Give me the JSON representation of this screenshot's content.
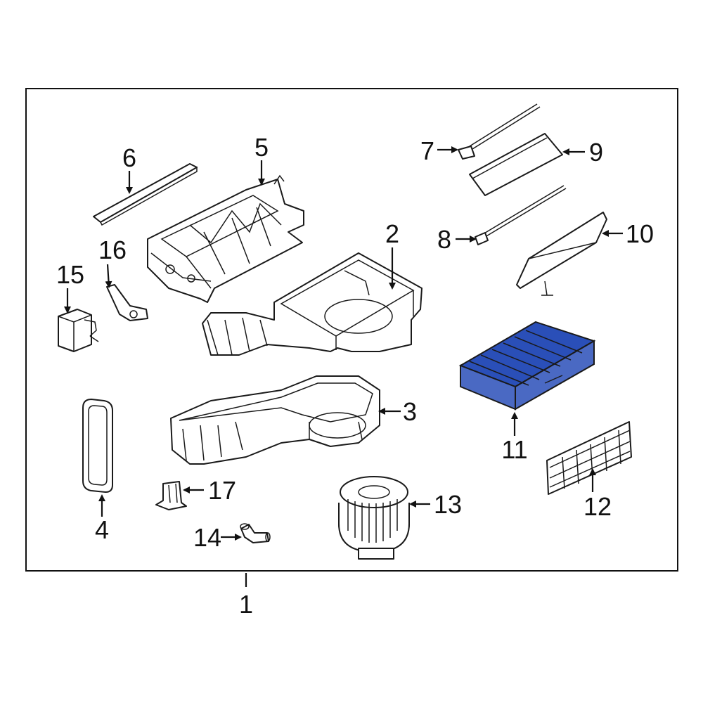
{
  "diagram": {
    "highlight_color": "#2a4fb8",
    "callouts": {
      "c1": "1",
      "c2": "2",
      "c3": "3",
      "c4": "4",
      "c5": "5",
      "c6": "6",
      "c7": "7",
      "c8": "8",
      "c9": "9",
      "c10": "10",
      "c11": "11",
      "c12": "12",
      "c13": "13",
      "c14": "14",
      "c15": "15",
      "c16": "16",
      "c17": "17"
    }
  }
}
